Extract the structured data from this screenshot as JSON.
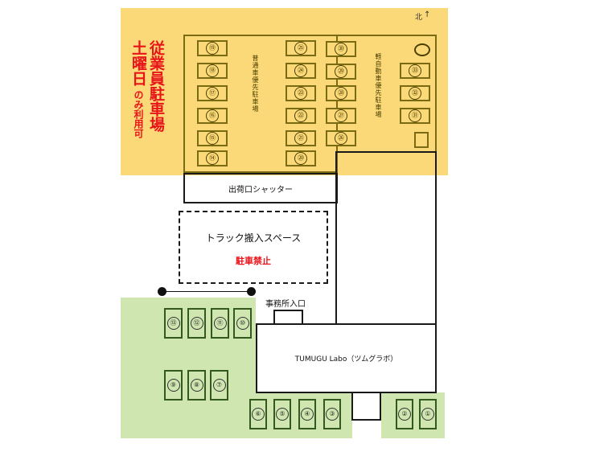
{
  "labels": {
    "north": "北",
    "north_arrow": "↑",
    "title_main": "従業員駐車場",
    "title_side_big": "土曜日",
    "title_side_small": "のみ利用可",
    "regular_car_area": "普通車優先駐車場",
    "kei_car_area": "軽自動車優先駐車場",
    "shutter": "出荷口シャッター",
    "truck_space": "トラック搬入スペース",
    "no_parking": "駐車禁止",
    "office_entrance": "事務所入口",
    "building": "TUMUGU Labo（ツムグラボ）"
  },
  "employee_slots": {
    "left_column": [
      "⑲",
      "⑱",
      "⑰",
      "⑯",
      "⑮",
      "⑭"
    ],
    "mid_column": [
      "㉕",
      "㉔",
      "㉓",
      "㉒",
      "㉑",
      "⑳"
    ],
    "right_column": [
      "㉚",
      "㉙",
      "㉘",
      "㉗",
      "㉖"
    ],
    "far_column": [
      "㉝",
      "㉜",
      "㉛"
    ]
  },
  "visitor_slots": {
    "left_top": [
      "⑬",
      "⑫",
      "⑪",
      "⑩"
    ],
    "left_bottom": [
      "⑨",
      "⑧",
      "⑦"
    ],
    "bottom_middle": [
      "⑥",
      "⑤",
      "④",
      "③"
    ],
    "bottom_right": [
      "②",
      "①"
    ]
  },
  "colors": {
    "employee_zone": "#fcd978",
    "visitor_zone": "#cfe6b0",
    "warning_red": "#e8141a"
  }
}
